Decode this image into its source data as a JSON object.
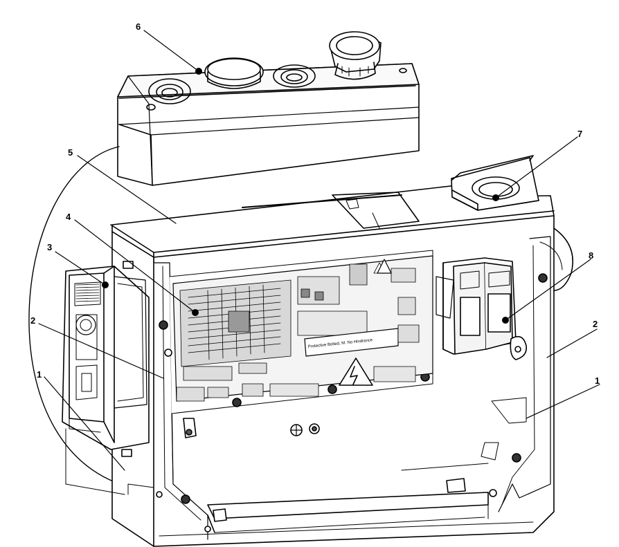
{
  "callouts": [
    {
      "id": "c1L",
      "text": "1"
    },
    {
      "id": "c1R",
      "text": "1"
    },
    {
      "id": "c2L",
      "text": "2"
    },
    {
      "id": "c2R",
      "text": "2"
    },
    {
      "id": "c3",
      "text": "3"
    },
    {
      "id": "c4",
      "text": "4"
    },
    {
      "id": "c5",
      "text": "5"
    },
    {
      "id": "c6",
      "text": "6"
    },
    {
      "id": "c7",
      "text": "7"
    },
    {
      "id": "c8",
      "text": "8"
    }
  ],
  "board_warning_label": "Protective Bolted, M. No Hindrance"
}
